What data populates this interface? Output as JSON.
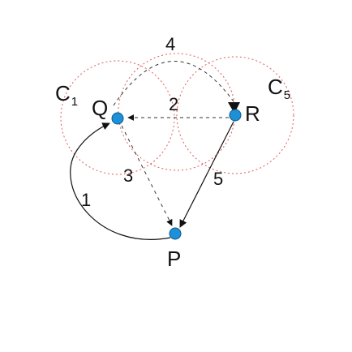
{
  "nodes": {
    "q": {
      "label": "Q",
      "color": "#1e90d8"
    },
    "r": {
      "label": "R",
      "color": "#1e90d8"
    },
    "p": {
      "label": "P",
      "color": "#1e90d8"
    }
  },
  "circles": {
    "c1": {
      "base": "C",
      "sub": "1",
      "color": "#e05a5a"
    },
    "c5": {
      "base": "C",
      "sub": "5",
      "color": "#e05a5a"
    }
  },
  "edges": {
    "e1": {
      "label": "1"
    },
    "e2": {
      "label": "2"
    },
    "e3": {
      "label": "3"
    },
    "e4": {
      "label": "4"
    },
    "e5": {
      "label": "5"
    }
  },
  "colors": {
    "edge": "#111111",
    "dashed": "#333333"
  }
}
